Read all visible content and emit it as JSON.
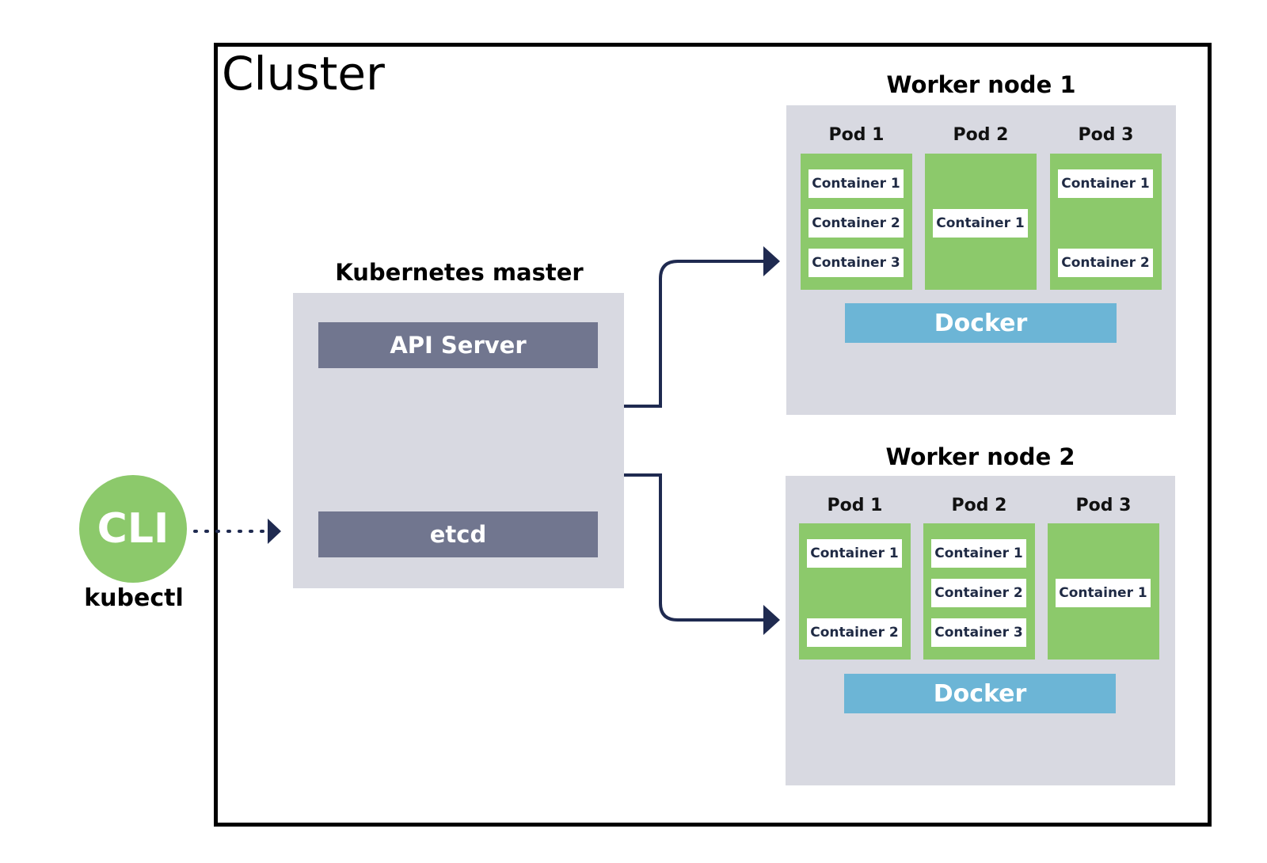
{
  "cluster": {
    "title": "Cluster"
  },
  "cli": {
    "badge": "CLI",
    "label": "kubectl"
  },
  "master": {
    "title": "Kubernetes master",
    "api_server": "API Server",
    "etcd": "etcd"
  },
  "workers": [
    {
      "title": "Worker node 1",
      "docker": "Docker",
      "pods": [
        {
          "label": "Pod 1",
          "containers": [
            "Container 1",
            "Container 2",
            "Container 3"
          ]
        },
        {
          "label": "Pod 2",
          "containers": [
            "Container 1"
          ]
        },
        {
          "label": "Pod 3",
          "containers": [
            "Container 1",
            "Container 2"
          ]
        }
      ]
    },
    {
      "title": "Worker node 2",
      "docker": "Docker",
      "pods": [
        {
          "label": "Pod 1",
          "containers": [
            "Container 1",
            "Container 2"
          ]
        },
        {
          "label": "Pod 2",
          "containers": [
            "Container 1",
            "Container 2",
            "Container 3"
          ]
        },
        {
          "label": "Pod 3",
          "containers": [
            "Container 1"
          ]
        }
      ]
    }
  ],
  "colors": {
    "cli_green": "#8cc96b",
    "pod_green": "#8cc96b",
    "panel_gray": "#d8d9e1",
    "master_bar": "#71768f",
    "docker_blue": "#6cb5d6",
    "arrow_navy": "#1f2a50"
  }
}
